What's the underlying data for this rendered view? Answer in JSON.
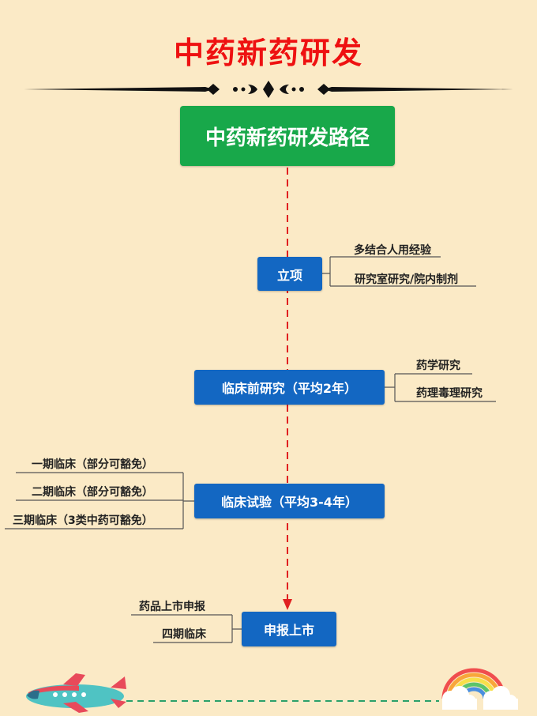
{
  "title": "中药新药研发",
  "root": "中药新药研发路径",
  "steps": [
    {
      "label": "立项",
      "branches": [
        "多结合人用经验",
        "研究室研究/院内制剂"
      ]
    },
    {
      "label": "临床前研究（平均2年）",
      "branches": [
        "药学研究",
        "药理毒理研究"
      ]
    },
    {
      "label": "临床试验（平均3-4年）",
      "branches": [
        "一期临床（部分可豁免）",
        "二期临床（部分可豁免）",
        "三期临床（3类中药可豁免）"
      ]
    },
    {
      "label": "申报上市",
      "branches": [
        "药品上市申报",
        "四期临床"
      ]
    }
  ],
  "colors": {
    "background": "#fbeac6",
    "title": "#ee1111",
    "root_box": "#18a84a",
    "node_box": "#1367c2",
    "arrow": "#e02020",
    "dash_line": "#2aa06a"
  },
  "icons": [
    "ornament-divider-icon",
    "airplane-icon",
    "rainbow-cloud-icon"
  ]
}
